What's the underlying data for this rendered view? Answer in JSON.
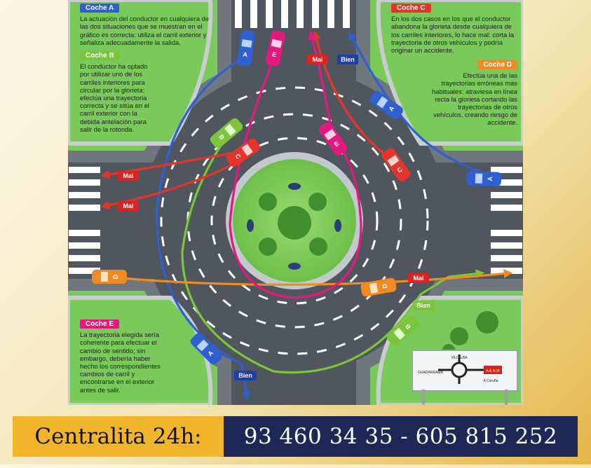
{
  "notes": {
    "a": {
      "tag": "Coche A",
      "text": "La actuación del conductor en cualquiera de las dos situaciones que se muestran en el gráfico es correcta: utiliza el carril exterior y señaliza adecuadamente la salida."
    },
    "b": {
      "tag": "Coche B",
      "text": "El conductor ha optado por utilizar uno de los carriles interiores para circular por la glorieta: efectúa una trayectoria correcta y se sitúa en el carril exterior con la debida antelación para salir de la rotonda."
    },
    "c": {
      "tag": "Coche C",
      "text": "En los dos casos en los que el conductor abandona la glorieta desde cualquiera de los carriles interiores, lo hace mal: corta la trayectoria de otros vehículos y podría originar un accidente."
    },
    "d": {
      "tag": "Coche D",
      "text": "Efectúa una de las trayectorias erróneas más habituales: atraviesa en línea recta la glorieta cortando las trayectorias de otros vehículos, creando riesgo de accidente."
    },
    "e": {
      "tag": "Coche E",
      "text": "La trayectoria elegida sería coherente para efectuar el cambio de sentido; sin embargo, debería haber hecho los correspondientes cambios de carril y encontrarse en el exterior antes de salir."
    }
  },
  "car_labels": {
    "a": "A",
    "b": "B",
    "c": "C",
    "d": "D",
    "e": "E"
  },
  "signs": {
    "mal": "Mal",
    "bien": "Bien"
  },
  "road_sign": {
    "top": "VILLALBA",
    "left": "GUADARRAMA",
    "bottom": "A Coruña",
    "badge": "A-6 N-VI"
  },
  "colors": {
    "coche_a": "#2f5fd0",
    "coche_b": "#7cc53a",
    "coche_c": "#e5342c",
    "coche_d": "#f08a23",
    "coche_e": "#e3197f",
    "mal": "#e02121",
    "bien": "#1e3fa3",
    "grass": "#7ac95b"
  },
  "banner": {
    "label": "Centralita 24h:",
    "phones": "93 460 34 35 - 605 815 252"
  }
}
